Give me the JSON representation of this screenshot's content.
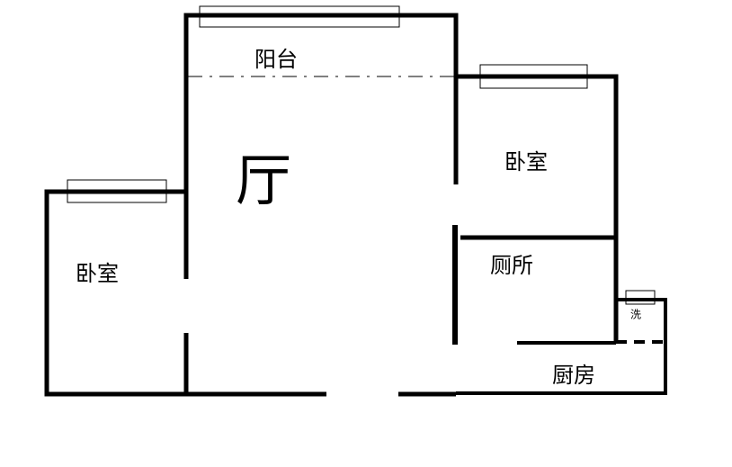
{
  "rooms": {
    "balcony": "阳台",
    "living_room": "厅",
    "bedroom_right": "卧室",
    "bedroom_left": "卧室",
    "toilet": "厕所",
    "kitchen": "厨房",
    "wash": "洗"
  },
  "colors": {
    "wall": "#000000",
    "background": "#ffffff"
  }
}
